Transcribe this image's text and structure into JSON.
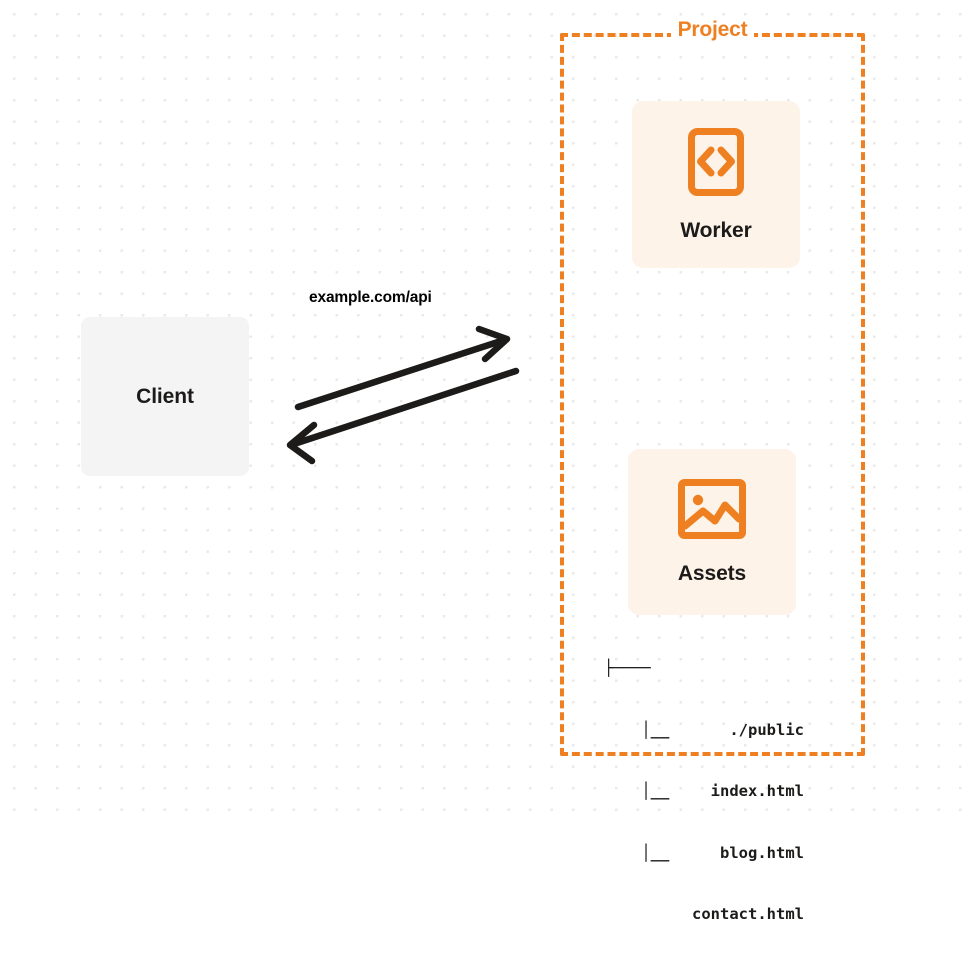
{
  "diagram": {
    "title": "Client to Project (Worker + Assets) request flow",
    "background": {
      "dot_color": "#e9e9ea",
      "page_color": "#ffffff"
    },
    "colors": {
      "accent_orange": "#ef8022",
      "card_fill": "#fdf3e8",
      "client_fill": "#f4f4f5",
      "text_dark": "#1c1b1a",
      "arrow": "#1c1b1a"
    }
  },
  "client": {
    "label": "Client",
    "icon": "none"
  },
  "edge": {
    "label": "example.com/api",
    "request_arrow": "arrow-right-up",
    "response_arrow": "arrow-left-down"
  },
  "project": {
    "title": "Project",
    "border_style": "dashed",
    "border_color": "#ef8022",
    "nodes": [
      {
        "label": "Worker",
        "icon": "code-brackets-icon",
        "icon_glyph": "<>"
      },
      {
        "label": "Assets",
        "icon": "image-icon",
        "icon_glyph": "picture"
      }
    ]
  },
  "file_tree": {
    "rows": [
      {
        "glyph": "├────",
        "name": "./public"
      },
      {
        "glyph": "    │__",
        "name": "index.html"
      },
      {
        "glyph": "    │__",
        "name": "blog.html"
      },
      {
        "glyph": "    │__",
        "name": "contact.html"
      }
    ]
  }
}
